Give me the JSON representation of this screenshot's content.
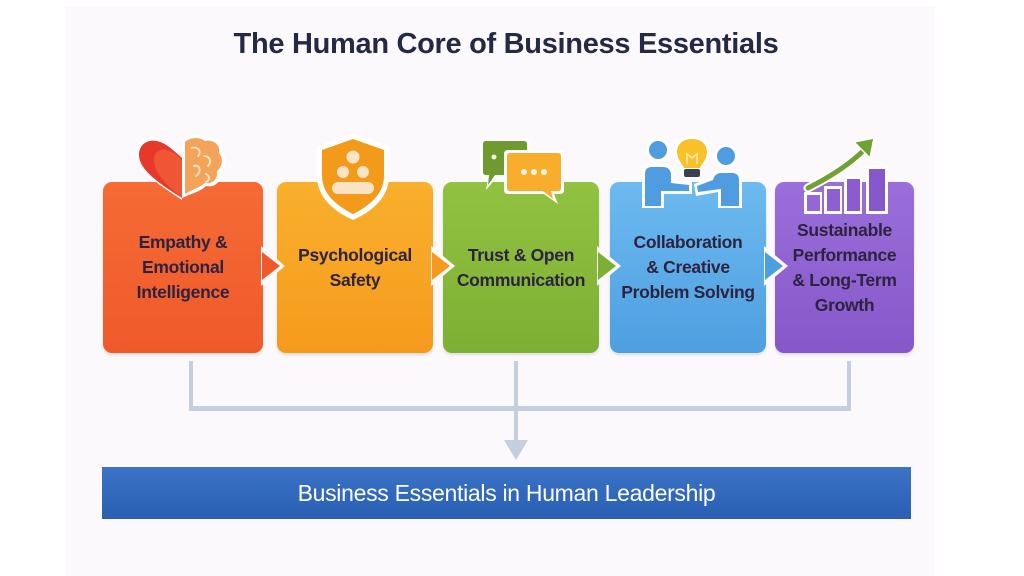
{
  "title": "The Human Core of Business Essentials",
  "steps": [
    {
      "label": "Empathy &\nEmotional\nIntelligence",
      "icon": "heart-brain-icon",
      "color": "#f2602f"
    },
    {
      "label": "Psychological\nSafety",
      "icon": "shield-people-icon",
      "color": "#f9a623"
    },
    {
      "label": "Trust & Open\nCommunication",
      "icon": "chat-bubbles-icon",
      "color": "#86b73a"
    },
    {
      "label": "Collaboration\n& Creative\nProblem Solving",
      "icon": "people-lightbulb-icon",
      "color": "#5aaae6"
    },
    {
      "label": "Sustainable\nPerformance\n& Long-Term\nGrowth",
      "icon": "growth-chart-icon",
      "color": "#8f63d2"
    }
  ],
  "banner": {
    "label": "Business Essentials in Human Leadership",
    "color": "#2f66b8"
  },
  "connector_color": "#c3cfdf"
}
